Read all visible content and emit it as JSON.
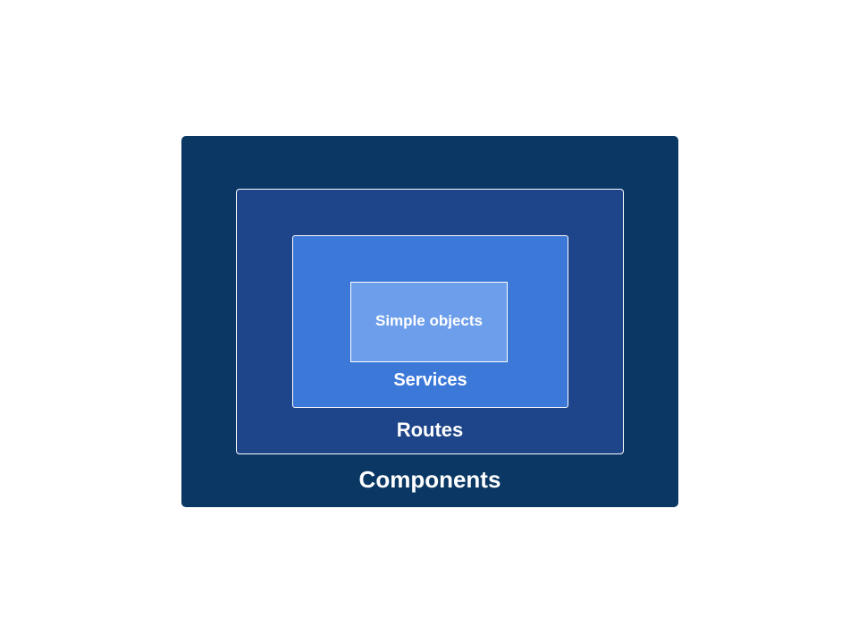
{
  "diagram": {
    "layers": {
      "components": {
        "label": "Components",
        "color": "#0a3763"
      },
      "routes": {
        "label": "Routes",
        "color": "#1e4589"
      },
      "services": {
        "label": "Services",
        "color": "#3c78d8"
      },
      "simple_objects": {
        "label": "Simple objects",
        "color": "#6d9eeb"
      }
    },
    "border_color": "#ffffff"
  }
}
